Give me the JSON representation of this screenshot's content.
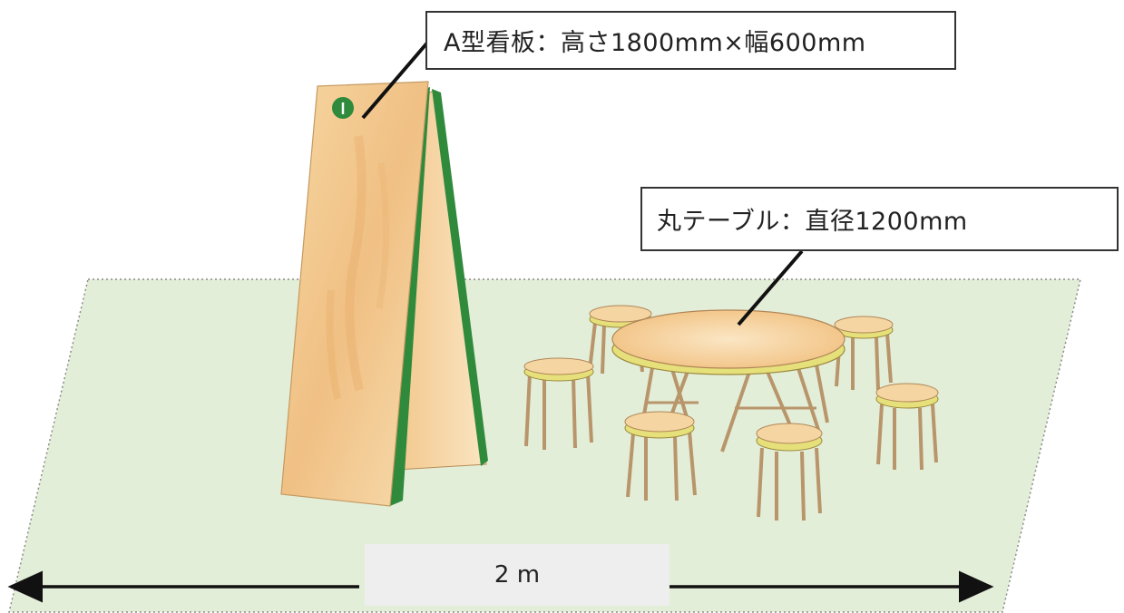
{
  "callouts": {
    "sign": "A型看板：高さ1800mm×幅600mm",
    "table": "丸テーブル：直径1200mm"
  },
  "dimension": {
    "label": "2 m"
  },
  "colors": {
    "floor": "#e3eed8",
    "wood": "#f2c98a",
    "sign_edge": "#2f8a3c",
    "stool_rim": "#e6e07a",
    "leader_line": "#111111"
  }
}
